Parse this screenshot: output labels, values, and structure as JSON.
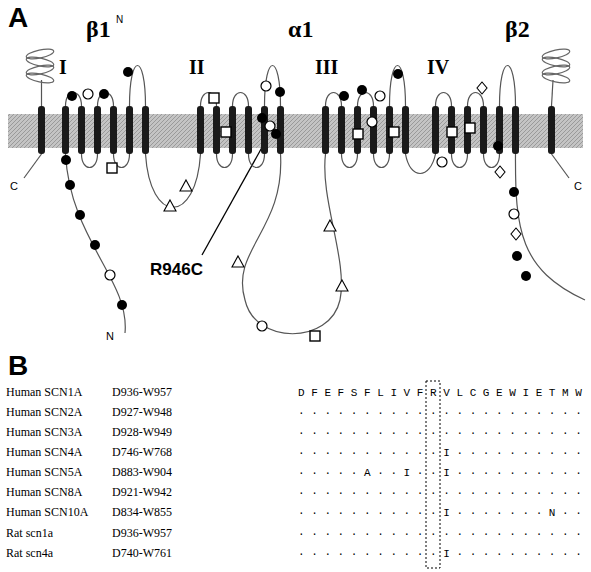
{
  "diagram": {
    "labels": [
      "A",
      "β1",
      "N",
      "α1",
      "β2",
      "I",
      "II",
      "III",
      "IV",
      "C",
      "C",
      "N",
      "R946C",
      "B",
      "Human SCN1A",
      "D936-W957",
      "D F E F S F L I V F R V L C G E W I E T M W",
      "Human SCN2A",
      "D927-W948",
      "· · · · · · · · · · · · · · · · · · · · · ·",
      "Human SCN3A",
      "D928-W949",
      "· · · · · · · · · · · · · · · · · · · · · ·",
      "Human SCN4A",
      "D746-W768",
      "· · · · · · · · · · · I · · · · · · · · · ·",
      "Human SCN5A",
      "D883-W904",
      "· · · · · A · · I · · I · · · · · · · · · ·",
      "Human SCN8A",
      "D921-W942",
      "· · · · · · · · · · · · · · · · · · · · · ·",
      "Human SCN10A",
      "D834-W855",
      "· · · · · · · · · · · I · · · · · · · N · ·",
      "Rat scn1a",
      "D936-W957",
      "· · · · · · · · · · · · · · · · · · · · · ·",
      "Rat scn4a",
      "D740-W761",
      "· · · · · · · · · · · I · · · · · · · · · ·"
    ]
  }
}
